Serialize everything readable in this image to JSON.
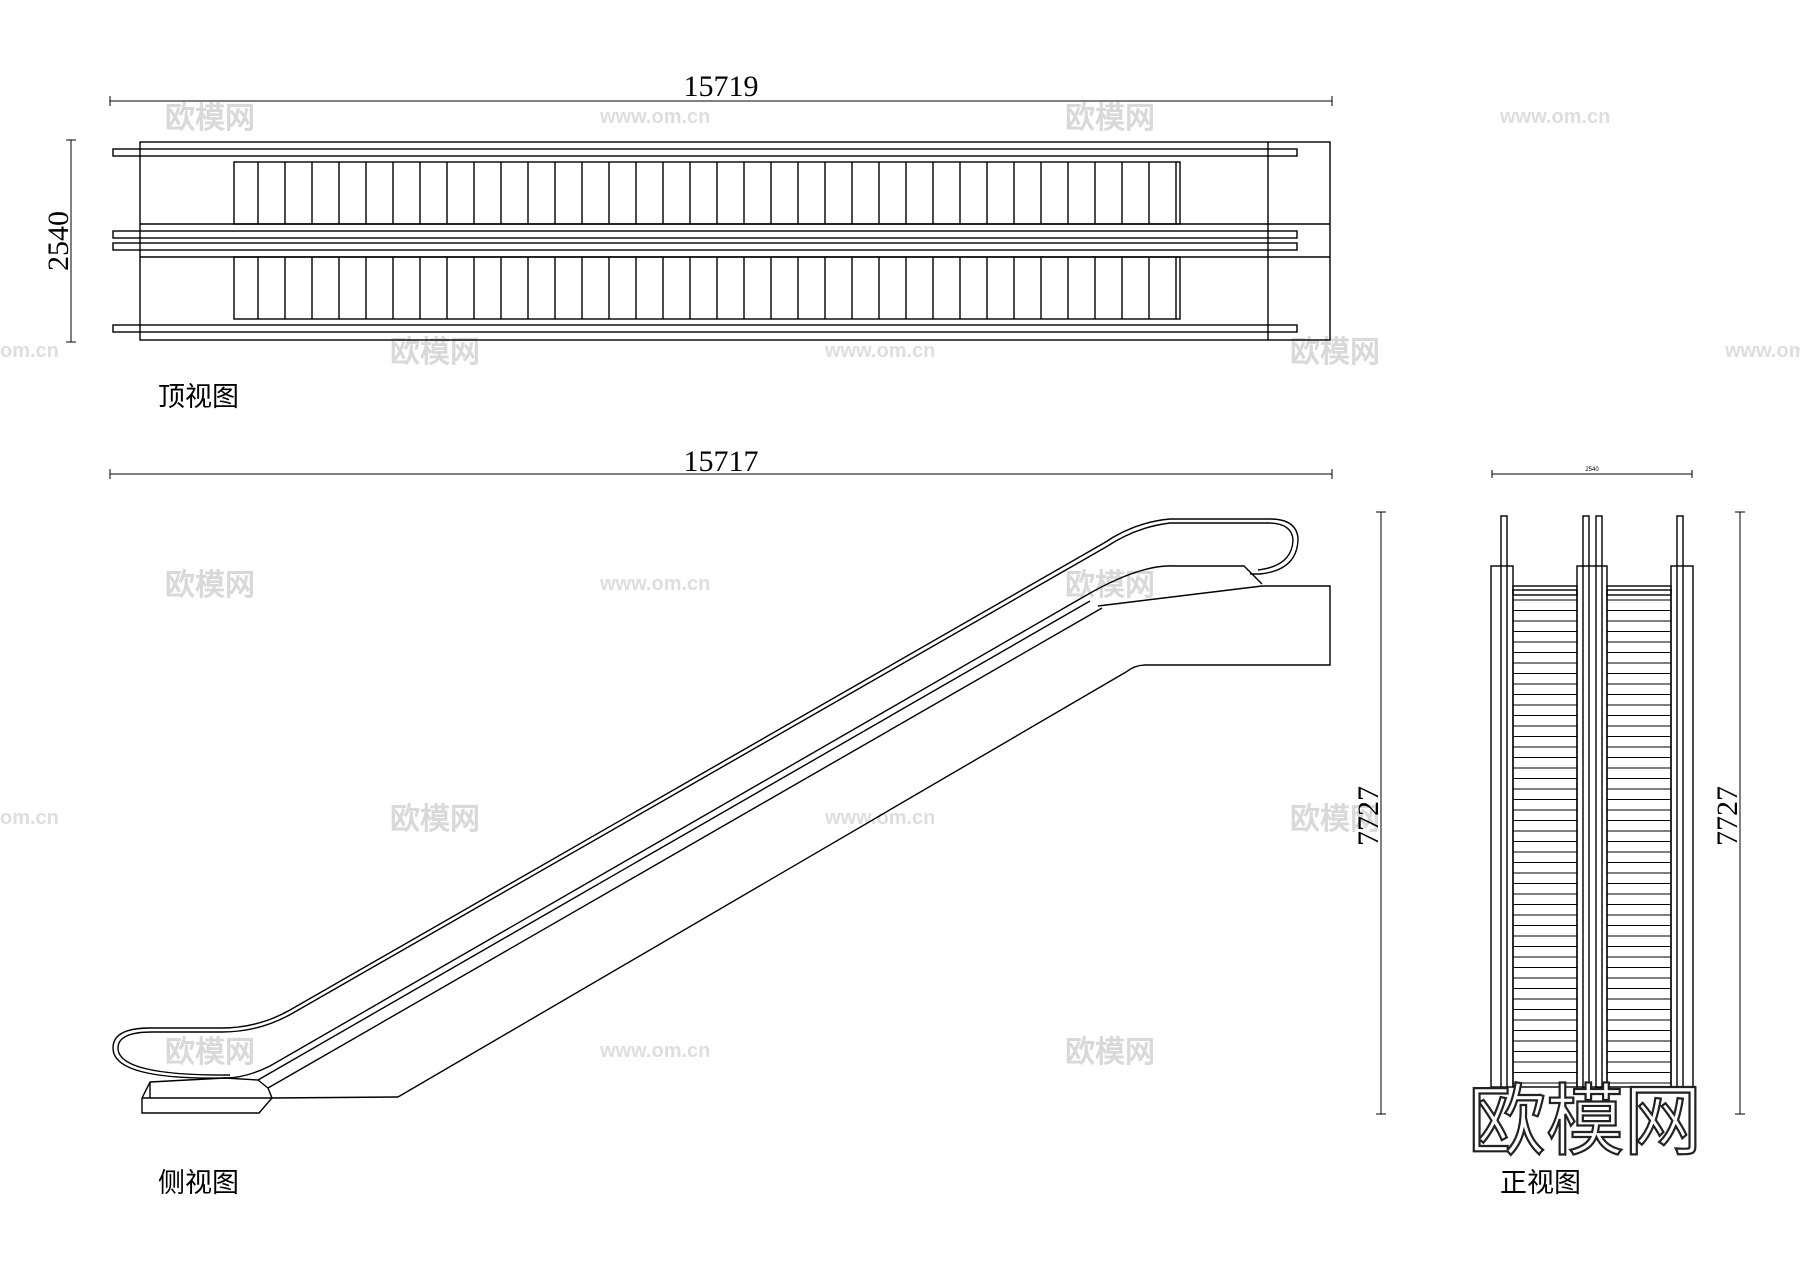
{
  "top_view": {
    "caption": "顶视图",
    "length_dim": "15719",
    "width_dim": "2540"
  },
  "side_view": {
    "caption": "侧视图",
    "length_dim": "15717",
    "height_dim": "7727"
  },
  "front_view": {
    "caption": "正视图",
    "width_dim": "2540",
    "height_dim": "7727"
  },
  "watermarks": {
    "brand": "欧模网",
    "url": "www.om.cn",
    "url_partial": "om.cn"
  },
  "logo": {
    "text": "欧模网"
  }
}
